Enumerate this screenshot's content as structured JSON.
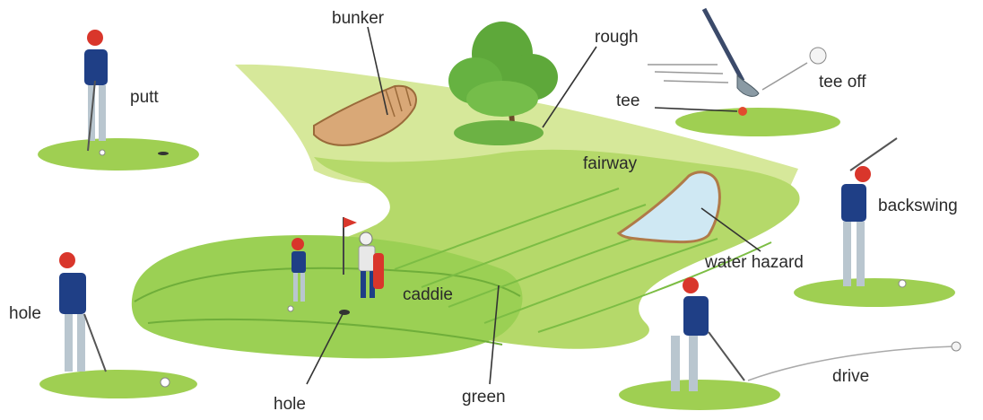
{
  "labels": {
    "bunker": "bunker",
    "rough": "rough",
    "putt": "putt",
    "tee": "tee",
    "tee_off": "tee off",
    "fairway": "fairway",
    "backswing": "backswing",
    "water_hazard": "water hazard",
    "hole_left": "hole",
    "caddie": "caddie",
    "drive": "drive",
    "hole_bottom": "hole",
    "green": "green"
  },
  "colors": {
    "grass_light": "#c8e07a",
    "grass": "#9fcf52",
    "green_dark": "#6fae3a",
    "bunker_sand": "#d9a877",
    "water": "#cfe8f3",
    "shirt": "#1f3f86",
    "trousers": "#b9c6cf",
    "cap": "#d9362b",
    "flag": "#d9362b",
    "text": "#2a2a2a"
  }
}
